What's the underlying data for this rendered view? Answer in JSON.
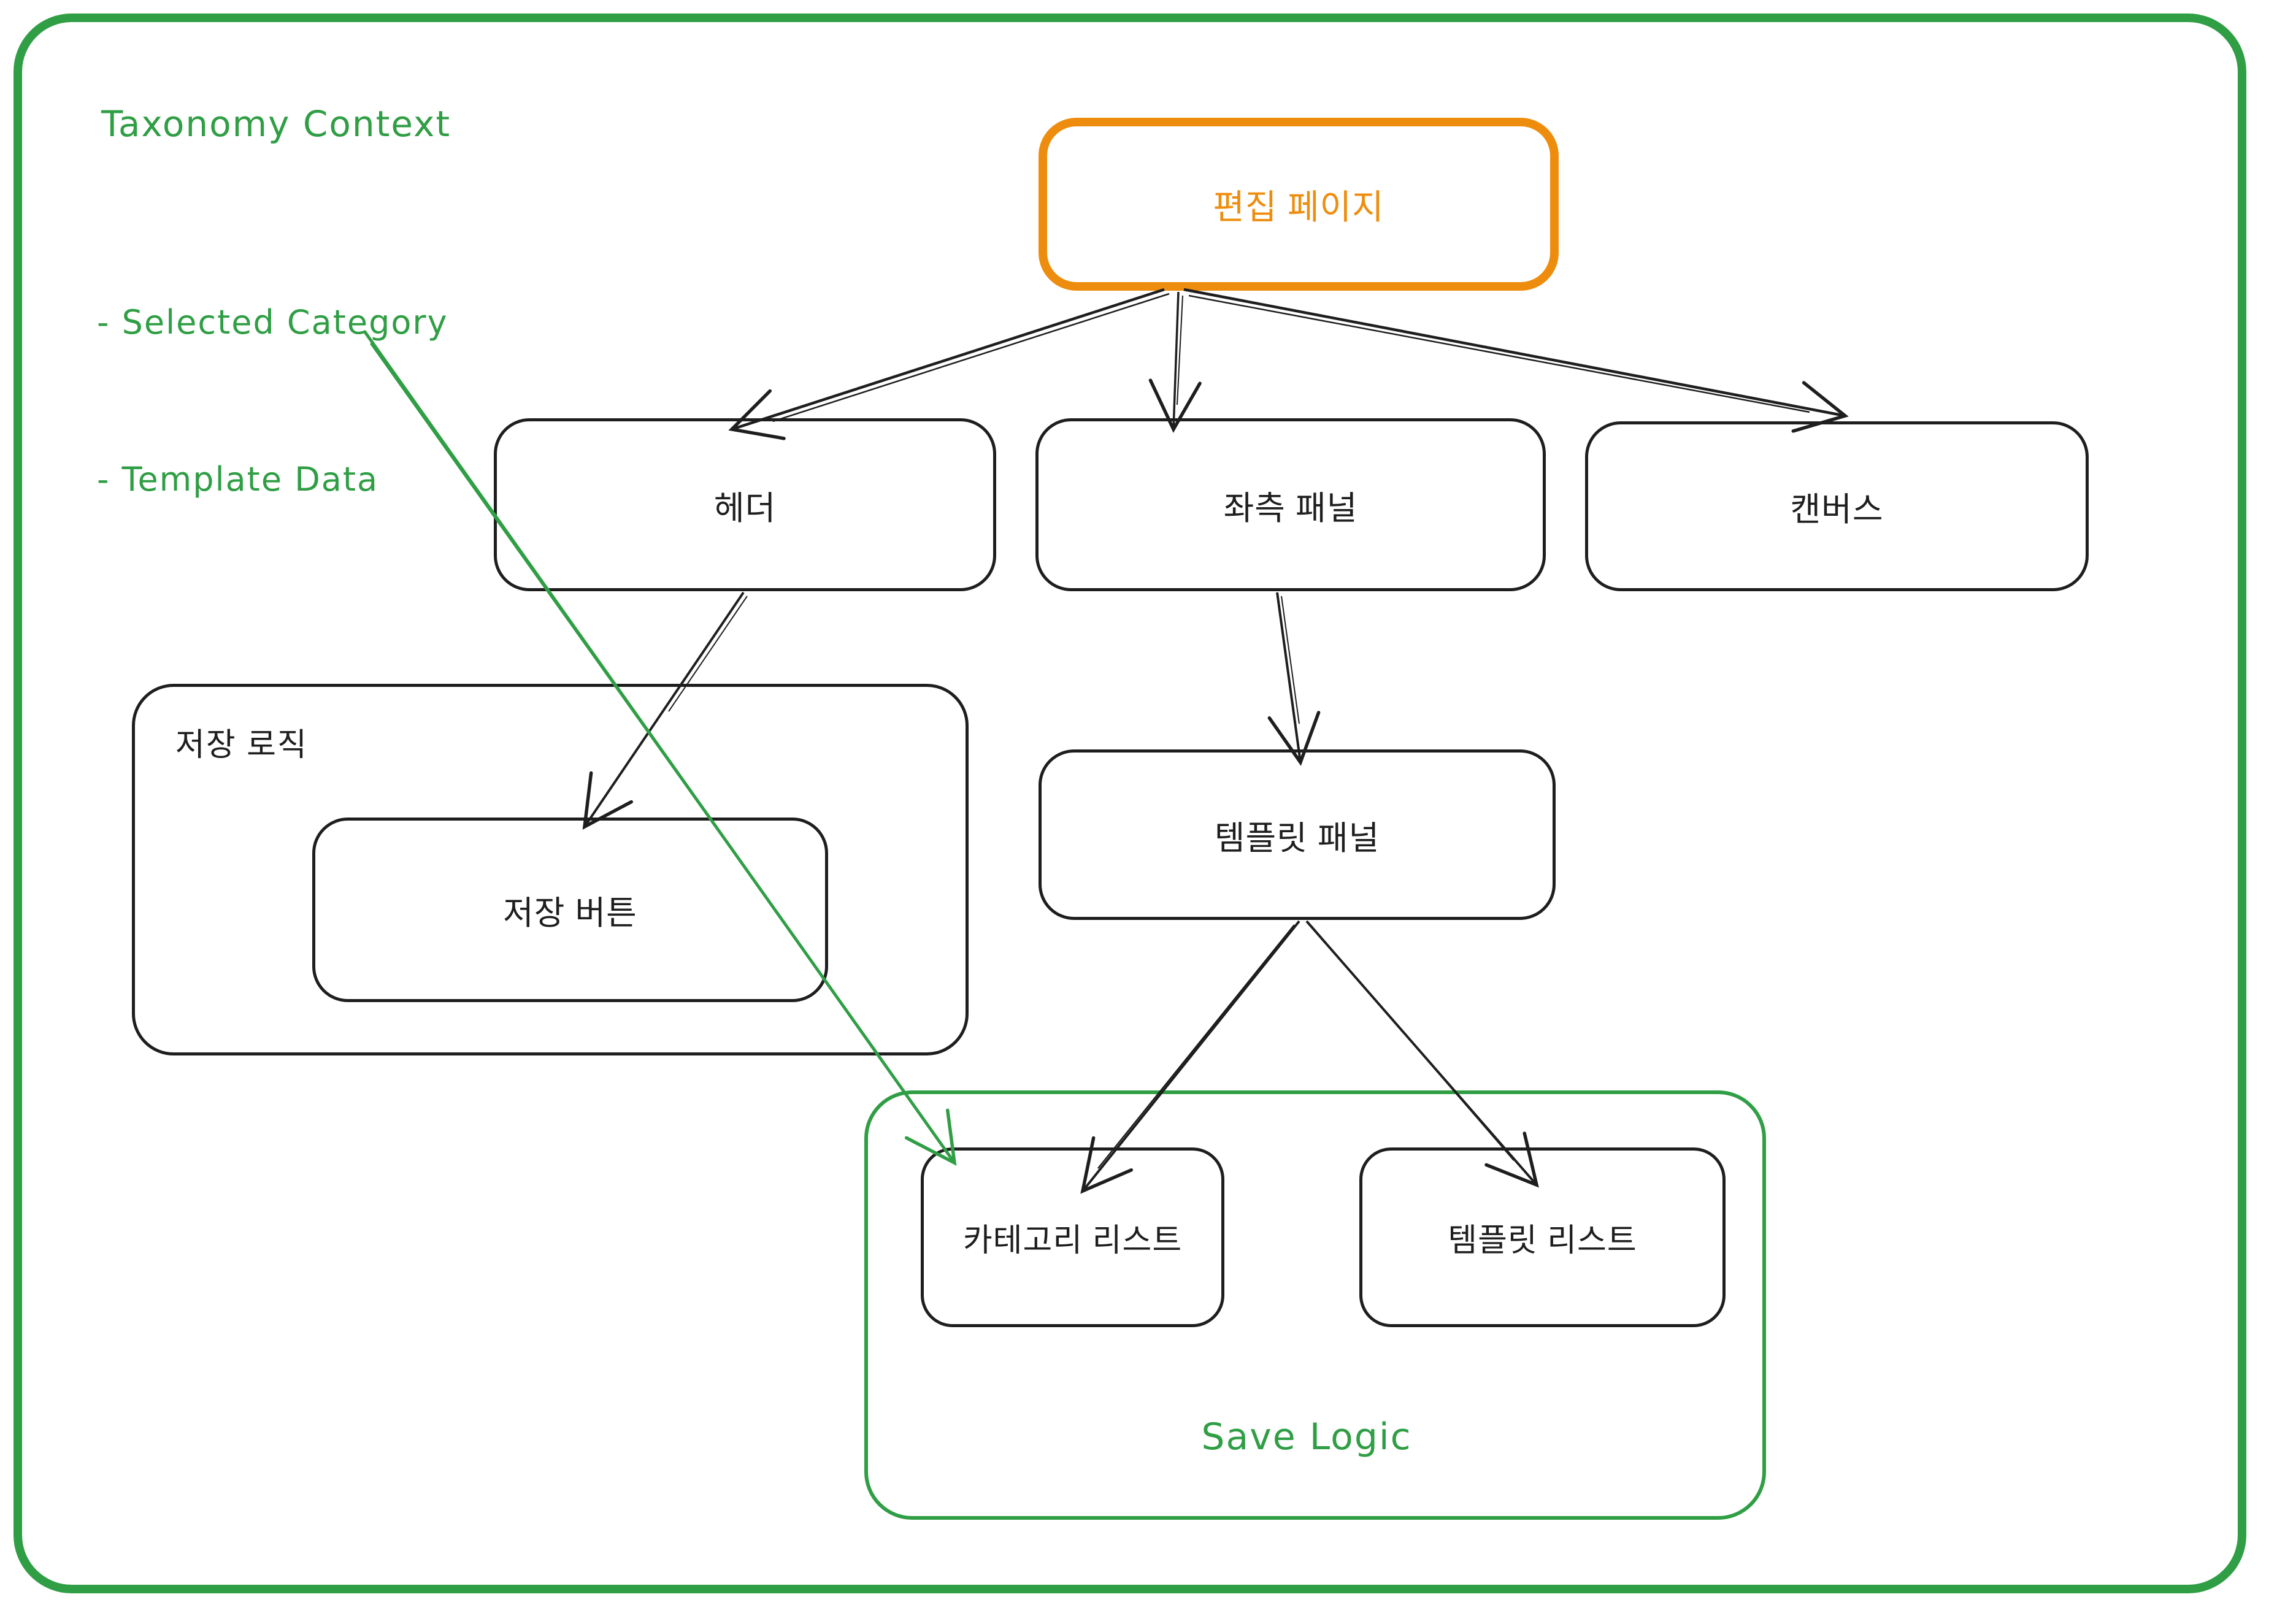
{
  "diagram": {
    "annotations": {
      "taxonomy_title": "Taxonomy Context",
      "taxonomy_item_1": "- Selected Category",
      "taxonomy_item_2": "- Template Data",
      "save_logic_group_ko": "저장 로직",
      "save_logic_group_en": "Save Logic"
    },
    "nodes": {
      "edit_page": "편집 페이지",
      "header": "헤더",
      "left_panel": "좌측 패널",
      "canvas": "캔버스",
      "save_button": "저장 버튼",
      "template_panel": "템플릿 패널",
      "category_list": "카테고리 리스트",
      "template_list": "템플릿 리스트"
    },
    "colors": {
      "accent_green": "#2f9e44",
      "accent_orange": "#ee8d0d",
      "ink": "#1e1e1e",
      "background": "#ffffff"
    }
  }
}
